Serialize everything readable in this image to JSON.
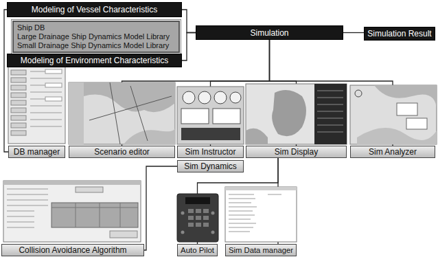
{
  "diagram": {
    "nodes": [
      {
        "text": [
          "Modeling of Vessel Characteristics"
        ]
      },
      {
        "text": [
          "Ship DB",
          "Large Drainage Ship Dynamics Model Library",
          "Small Drainage Ship Dynamics Model Library"
        ]
      },
      {
        "text": [
          "Modeling of Environment Characteristics"
        ]
      },
      {
        "text": [
          "Simulation"
        ]
      },
      {
        "text": [
          "Simulation Result"
        ]
      },
      {
        "text": [
          "DB manager"
        ]
      },
      {
        "text": [
          "Scenario editor"
        ]
      },
      {
        "text": [
          "Sim Instructor"
        ]
      },
      {
        "text": [
          "Sim Display"
        ]
      },
      {
        "text": [
          "Sim Analyzer"
        ]
      },
      {
        "text": [
          "Sim Dynamics"
        ]
      },
      {
        "text": [
          "Collision Avoidance Algorithm"
        ]
      },
      {
        "text": [
          "Auto Pilot"
        ]
      },
      {
        "text": [
          "Sim Data manager"
        ]
      }
    ],
    "edges": [
      {
        "from": 0,
        "to": 3,
        "arrow": "none"
      },
      {
        "from": 2,
        "to": 3,
        "arrow": "none"
      },
      {
        "from": 3,
        "to": 4,
        "arrow": "none"
      },
      {
        "from": 3,
        "to": 6,
        "arrow": "none"
      },
      {
        "from": 3,
        "to": 7,
        "arrow": "none"
      },
      {
        "from": 3,
        "to": 8,
        "arrow": "none"
      },
      {
        "from": 3,
        "to": 9,
        "arrow": "none"
      },
      {
        "from": 0,
        "to": 5,
        "arrow": "none"
      },
      {
        "from": 10,
        "to": 11,
        "arrow": "none"
      },
      {
        "from": 8,
        "to": 12,
        "arrow": "none"
      },
      {
        "from": 8,
        "to": 13,
        "arrow": "none"
      }
    ]
  }
}
